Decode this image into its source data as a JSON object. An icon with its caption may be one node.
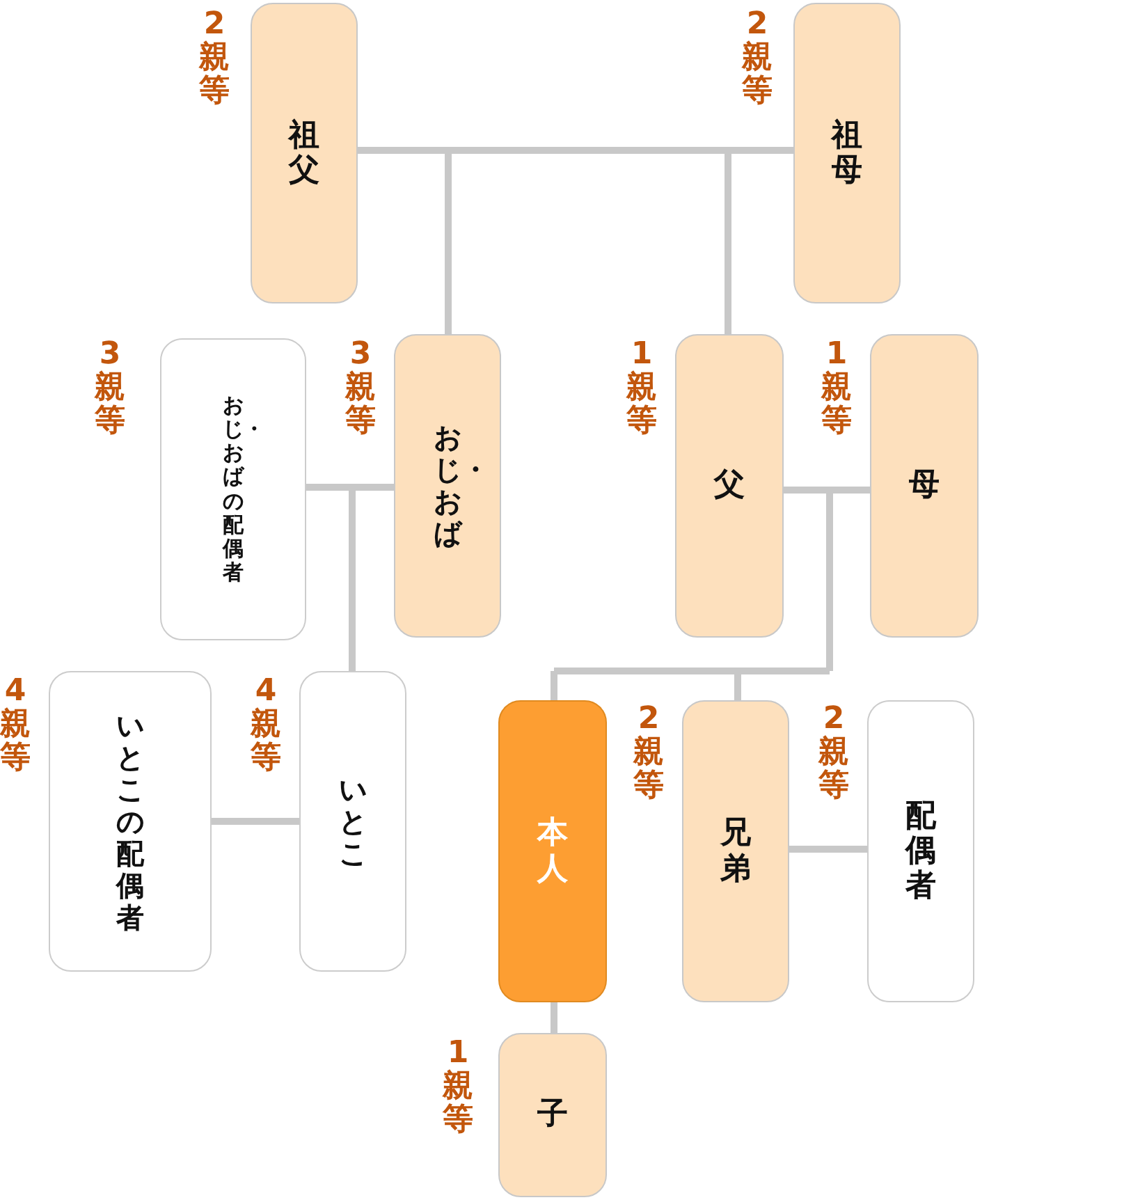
{
  "diagram": {
    "nodes": [
      {
        "text": [
          "祖父"
        ],
        "beside": [
          "2親等"
        ]
      },
      {
        "text": [
          "祖母"
        ],
        "beside": [
          "2親等"
        ]
      },
      {
        "text": [
          "おじ・おばの配偶者"
        ],
        "beside": [
          "3親等"
        ]
      },
      {
        "text": [
          "おじ・おば"
        ],
        "beside": [
          "3親等"
        ]
      },
      {
        "text": [
          "父"
        ],
        "beside": [
          "1親等"
        ]
      },
      {
        "text": [
          "母"
        ],
        "beside": [
          "1親等"
        ]
      },
      {
        "text": [
          "いとこの配偶者"
        ],
        "beside": [
          "4親等"
        ]
      },
      {
        "text": [
          "いとこ"
        ],
        "beside": [
          "4親等"
        ]
      },
      {
        "text": [
          "本人"
        ]
      },
      {
        "text": [
          "兄弟"
        ],
        "beside": [
          "2親等"
        ]
      },
      {
        "text": [
          "配偶者"
        ],
        "beside": [
          "2親等"
        ]
      },
      {
        "text": [
          "子"
        ],
        "beside": [
          "1親等"
        ]
      }
    ],
    "edges": [
      {
        "from": 0,
        "to": 1,
        "arrow": "none"
      },
      {
        "from": 0,
        "to": 3,
        "arrow": "none"
      },
      {
        "from": 1,
        "to": 3,
        "arrow": "none"
      },
      {
        "from": 0,
        "to": 4,
        "arrow": "none"
      },
      {
        "from": 1,
        "to": 4,
        "arrow": "none"
      },
      {
        "from": 2,
        "to": 3,
        "arrow": "none"
      },
      {
        "from": 2,
        "to": 7,
        "arrow": "none"
      },
      {
        "from": 3,
        "to": 7,
        "arrow": "none"
      },
      {
        "from": 4,
        "to": 5,
        "arrow": "none"
      },
      {
        "from": 4,
        "to": 8,
        "arrow": "none"
      },
      {
        "from": 5,
        "to": 8,
        "arrow": "none"
      },
      {
        "from": 4,
        "to": 9,
        "arrow": "none"
      },
      {
        "from": 5,
        "to": 9,
        "arrow": "none"
      },
      {
        "from": 6,
        "to": 7,
        "arrow": "none"
      },
      {
        "from": 9,
        "to": 10,
        "arrow": "none"
      },
      {
        "from": 8,
        "to": 11,
        "arrow": "none"
      }
    ]
  }
}
